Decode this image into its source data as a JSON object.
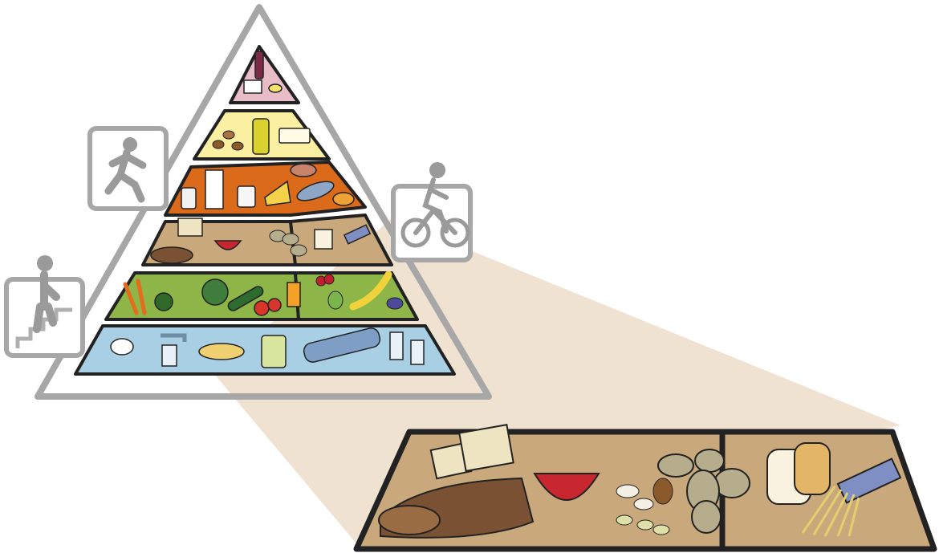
{
  "diagram": {
    "type": "food-pyramid-illustration",
    "outline_color": "#a7a7a7",
    "activity_icons": [
      {
        "name": "running-person-icon"
      },
      {
        "name": "cyclist-icon"
      },
      {
        "name": "stairs-climbing-icon"
      }
    ],
    "tiers": [
      {
        "name": "sweets",
        "color": "#e9bdc8",
        "icons": [
          "wine-bottle-icon",
          "cake-slice-icon",
          "candy-icon"
        ]
      },
      {
        "name": "fats-oils-nuts",
        "color": "#fbf0a2",
        "icons": [
          "nuts-icon",
          "oil-bottle-icon",
          "butter-tub-icon"
        ]
      },
      {
        "name": "dairy-meat-fish",
        "color": "#db6a1b",
        "icons": [
          "yogurt-icon",
          "milk-carton-icon",
          "cheese-icon",
          "fish-icon",
          "meat-icon",
          "egg-icon"
        ]
      },
      {
        "name": "grains-potatoes",
        "color": "#c9a97c",
        "icons": [
          "crackers-icon",
          "bread-loaf-icon",
          "cereal-bowl-icon",
          "potatoes-icon",
          "pasta-box-icon"
        ]
      },
      {
        "name": "vegetables-fruits",
        "color": "#8db548",
        "icons": [
          "carrots-icon",
          "lettuce-icon",
          "cucumber-icon",
          "tomato-icon",
          "juice-glass-icon",
          "cherries-icon",
          "banana-icon",
          "plums-icon"
        ]
      },
      {
        "name": "water-drinks",
        "color": "#a8cfe4",
        "icons": [
          "coffee-cup-icon",
          "water-tap-icon",
          "soup-bowl-icon",
          "tea-jug-icon",
          "water-bottle-icon",
          "water-glasses-icon"
        ]
      }
    ],
    "zoom_panel": {
      "color": "#c9a97c",
      "beam_color": "#efe2d1",
      "icons": [
        "crackers-icon",
        "bread-loaf-icon",
        "cereal-bowl-icon",
        "nuts-icon",
        "potatoes-icon",
        "sliced-bread-icon",
        "pasta-box-icon"
      ]
    }
  }
}
